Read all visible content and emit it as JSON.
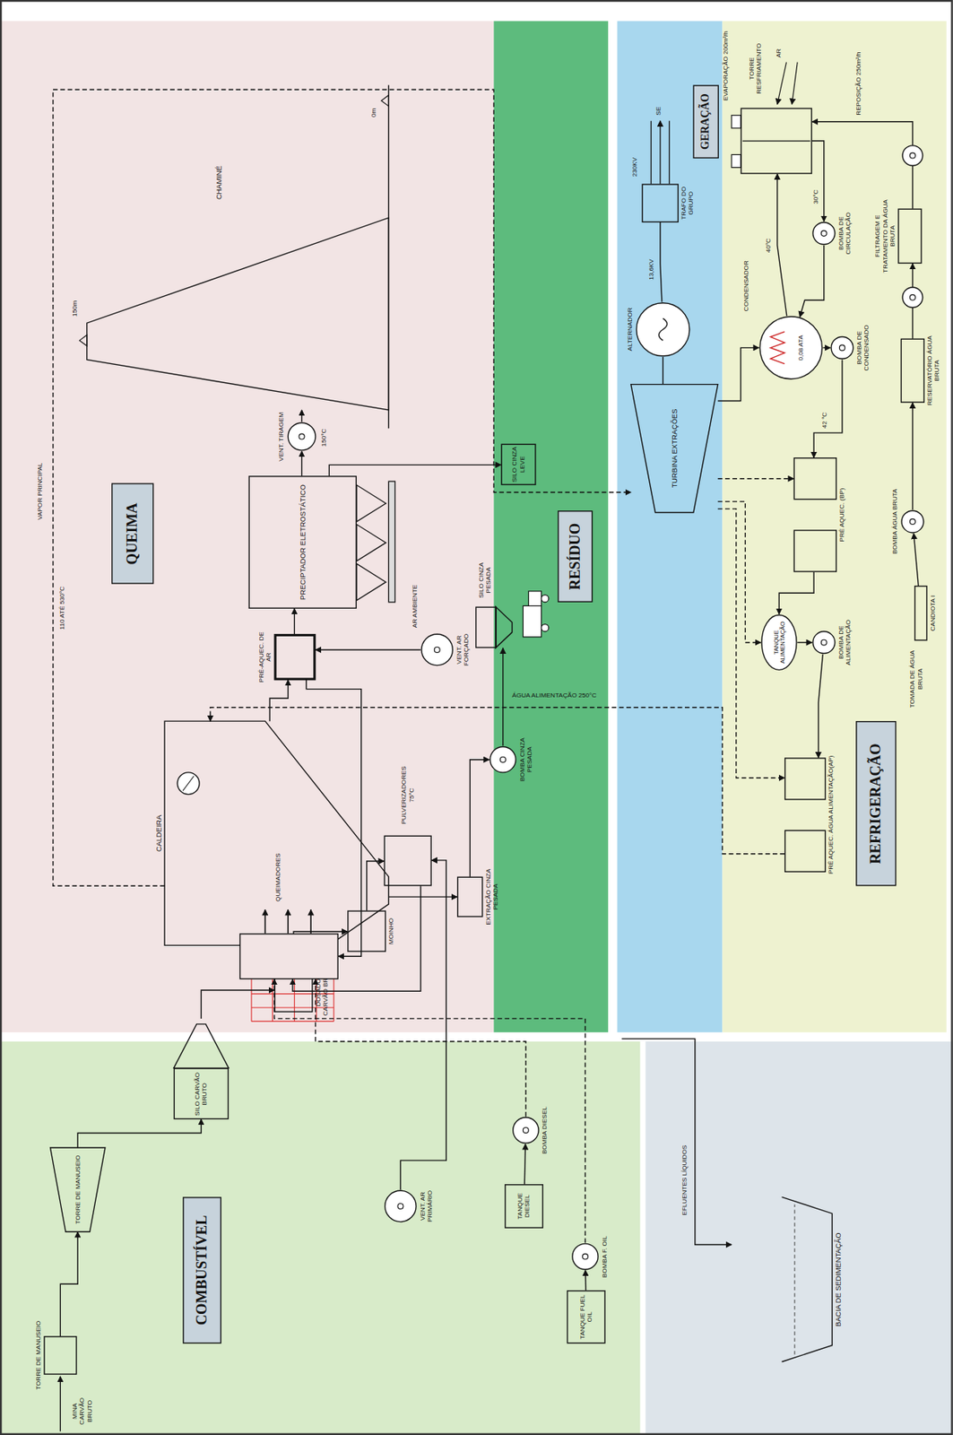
{
  "diagram": {
    "nodes": [
      {
        "text": [
          "COMBUSTÍVEL"
        ]
      },
      {
        "text": [
          "QUEIMA"
        ]
      },
      {
        "text": [
          "RESÍDUO"
        ]
      },
      {
        "text": [
          "GERAÇÃO"
        ]
      },
      {
        "text": [
          "REFRIGERAÇÃO"
        ]
      },
      {
        "text": [
          "TORRE DE MANUSEIO"
        ]
      },
      {
        "text": [
          "TORRE DE MANUSEIO"
        ]
      },
      {
        "text": [
          "SILO CARVÃO BRUTO"
        ]
      },
      {
        "text": [
          "DOSADOR CARVÃO BRUTO"
        ]
      },
      {
        "text": [
          "MOINHO"
        ]
      },
      {
        "text": [
          "PULVERIZADORES 75°C"
        ]
      },
      {
        "text": [
          "VENT. AR PRIMÁRIO"
        ]
      },
      {
        "text": [
          "TANQUE DIESEL"
        ]
      },
      {
        "text": [
          "BOMBA DIESEL"
        ]
      },
      {
        "text": [
          "TANQUE FUEL OIL"
        ]
      },
      {
        "text": [
          "BOMBA F. OIL"
        ]
      },
      {
        "text": [
          "BACIA DE SEDIMENTAÇÃO"
        ]
      },
      {
        "text": [
          "CALDEIRA"
        ]
      },
      {
        "text": [
          "QUEIMADORES"
        ]
      },
      {
        "text": [
          "EXTRAÇÃO CINZA PESADA"
        ]
      },
      {
        "text": [
          "PRÉ-AQUEC. DE AR"
        ]
      },
      {
        "text": [
          "PRECIPTADOR ELETROSTÁTICO"
        ]
      },
      {
        "text": [
          "VENT. AR FORÇADO"
        ]
      },
      {
        "text": [
          "VENT. TIRAGEM"
        ]
      },
      {
        "text": [
          "CHAMINÉ"
        ]
      },
      {
        "text": [
          "SILO CINZA LEVE"
        ]
      },
      {
        "text": [
          "SILO CINZA PESADA"
        ]
      },
      {
        "text": [
          "BOMBA CINZA PESADA"
        ]
      },
      {
        "text": [
          "TURBINA EXTRAÇÕES"
        ]
      },
      {
        "text": [
          "ALTERNADOR"
        ]
      },
      {
        "text": [
          "TRAFO DO GRUPO"
        ]
      },
      {
        "text": [
          "TORRE RESFRIAMENTO"
        ]
      },
      {
        "text": [
          "CONDENSADOR",
          "0,08 ATA"
        ]
      },
      {
        "text": [
          "BOMBA DE CIRCULAÇÃO"
        ]
      },
      {
        "text": [
          "BOMBA DE CONDENSADO"
        ]
      },
      {
        "text": [
          "PRÉ AQUEC. (BP)"
        ]
      },
      {
        "text": [
          "TANQUE ALIMENTAÇÃO"
        ]
      },
      {
        "text": [
          "BOMBA DE ALIMENTAÇÃO"
        ]
      },
      {
        "text": [
          "PRÉ AQUEC. ÁGUA ALIMENTAÇÃO(AP)"
        ]
      },
      {
        "text": [
          "RESERVATÓRIO ÁGUA BRUTA"
        ]
      },
      {
        "text": [
          "FILTRAGEM E TRATAMENTO DA ÁGUA BRUTA"
        ]
      },
      {
        "text": [
          "BOMBA ÁGUA BRUTA"
        ]
      },
      {
        "text": [
          "CANDIOTA I"
        ]
      }
    ],
    "edges": [
      {
        "from": 5,
        "to": 6,
        "arrow": "to"
      },
      {
        "from": 6,
        "to": 7,
        "arrow": "to"
      },
      {
        "from": 7,
        "to": 8,
        "arrow": "to"
      },
      {
        "from": 8,
        "to": 9,
        "arrow": "to"
      },
      {
        "from": 9,
        "to": 10,
        "arrow": "to"
      },
      {
        "from": 11,
        "to": 10,
        "arrow": "to"
      },
      {
        "from": 10,
        "to": 18,
        "arrow": "to"
      },
      {
        "from": 12,
        "to": 13,
        "arrow": "to"
      },
      {
        "from": 13,
        "to": 18,
        "arrow": "to"
      },
      {
        "from": 14,
        "to": 15,
        "arrow": "to"
      },
      {
        "from": 15,
        "to": 18,
        "arrow": "to"
      },
      {
        "from": 22,
        "to": 20,
        "arrow": "to"
      },
      {
        "from": 20,
        "to": 18,
        "arrow": "to"
      },
      {
        "from": 17,
        "to": 20,
        "arrow": "to"
      },
      {
        "from": 20,
        "to": 21,
        "arrow": "to"
      },
      {
        "from": 21,
        "to": 23,
        "arrow": "to"
      },
      {
        "from": 23,
        "to": 24,
        "arrow": "to"
      },
      {
        "from": 21,
        "to": 25,
        "arrow": "to"
      },
      {
        "from": 17,
        "to": 19,
        "arrow": "to"
      },
      {
        "from": 19,
        "to": 27,
        "arrow": "to"
      },
      {
        "from": 27,
        "to": 26,
        "arrow": "to"
      },
      {
        "from": 17,
        "to": 28,
        "arrow": "to"
      },
      {
        "from": 28,
        "to": 29,
        "arrow": "none"
      },
      {
        "from": 29,
        "to": 30,
        "arrow": "none"
      },
      {
        "from": 28,
        "to": 32,
        "arrow": "to"
      },
      {
        "from": 32,
        "to": 34,
        "arrow": "to"
      },
      {
        "from": 34,
        "to": 35,
        "arrow": "to"
      },
      {
        "from": 35,
        "to": 36,
        "arrow": "to"
      },
      {
        "from": 36,
        "to": 37,
        "arrow": "to"
      },
      {
        "from": 37,
        "to": 38,
        "arrow": "to"
      },
      {
        "from": 38,
        "to": 17,
        "arrow": "to"
      },
      {
        "from": 28,
        "to": 35,
        "arrow": "to"
      },
      {
        "from": 28,
        "to": 36,
        "arrow": "to"
      },
      {
        "from": 28,
        "to": 38,
        "arrow": "to"
      },
      {
        "from": 32,
        "to": 31,
        "arrow": "to"
      },
      {
        "from": 31,
        "to": 33,
        "arrow": "to"
      },
      {
        "from": 33,
        "to": 32,
        "arrow": "to"
      },
      {
        "from": 42,
        "to": 41,
        "arrow": "to"
      },
      {
        "from": 41,
        "to": 39,
        "arrow": "to"
      },
      {
        "from": 39,
        "to": 40,
        "arrow": "to"
      },
      {
        "from": 40,
        "to": 31,
        "arrow": "to"
      }
    ],
    "labels": [
      "MINA CARVÃO BRUTO",
      "150m",
      "0m",
      "150°C",
      "VAPOR PRINCIPAL",
      "110 ATÉ 530°C",
      "ÁGUA ALIMENTAÇÃO 250°C",
      "AR AMBIENTE",
      "13,6KV",
      "230KV",
      "SE",
      "EVAPORAÇÃO 200m³/h",
      "AR",
      "REPOSIÇÃO 250m³/h",
      "40°C",
      "30°C",
      "42 °C",
      "TOMADA DE ÁGUA BRUTA",
      "EFLUENTES LÍQUIDOS"
    ]
  }
}
